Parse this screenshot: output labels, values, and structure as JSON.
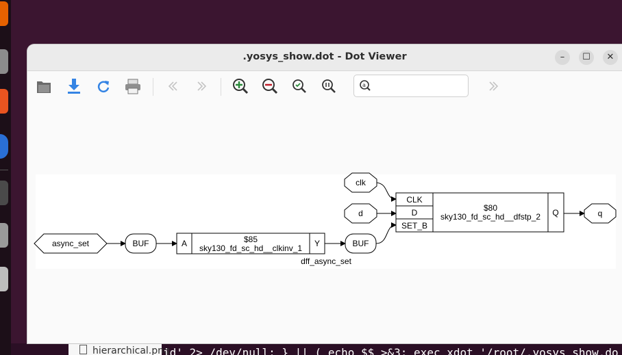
{
  "window": {
    "title": ".yosys_show.dot - Dot Viewer",
    "minimize_glyph": "–",
    "maximize_glyph": "☐",
    "close_glyph": "✕"
  },
  "toolbar": {
    "icons": [
      "open-folder-icon",
      "save-icon",
      "reload-icon",
      "print-icon",
      "back-icon",
      "forward-icon",
      "zoom-in-icon",
      "zoom-out-icon",
      "zoom-fit-icon",
      "zoom-100-icon",
      "search-icon",
      "find-next-icon"
    ],
    "search_placeholder": ""
  },
  "graph": {
    "inputs": [
      {
        "id": "async_set",
        "label": "async_set"
      },
      {
        "id": "clk",
        "label": "clk"
      },
      {
        "id": "d",
        "label": "d"
      }
    ],
    "outputs": [
      {
        "id": "q",
        "label": "q"
      }
    ],
    "buffers": [
      {
        "label": "BUF"
      },
      {
        "label": "BUF"
      }
    ],
    "cells": [
      {
        "id": "$85",
        "type": "sky130_fd_sc_hd__clkinv_1",
        "inputs": [
          "A"
        ],
        "outputs": [
          "Y"
        ]
      },
      {
        "id": "$80",
        "type": "sky130_fd_sc_hd__dfstp_2",
        "inputs": [
          "CLK",
          "D",
          "SET_B"
        ],
        "outputs": [
          "Q"
        ]
      }
    ],
    "module_label": "dff_async_set",
    "edges": [
      [
        "async_set",
        "BUF#1"
      ],
      [
        "BUF#1",
        "$85:A"
      ],
      [
        "$85:Y",
        "BUF#2"
      ],
      [
        "BUF#2",
        "$80:SET_B"
      ],
      [
        "clk",
        "$80:CLK"
      ],
      [
        "d",
        "$80:D"
      ],
      [
        "$80:Q",
        "q"
      ]
    ]
  },
  "background": {
    "terminal_file": "hierarchical.png",
    "terminal_command": "id' 2> /dev/null; } || ( echo $$ >&3; exec xdot '/root/.yosys_show.do"
  },
  "colors": {
    "desktop": "#3b1530",
    "dock": "#1c0f18",
    "accent_blue": "#3584e4",
    "zoom_in": "#2a8a3a",
    "zoom_out": "#c01c28"
  }
}
